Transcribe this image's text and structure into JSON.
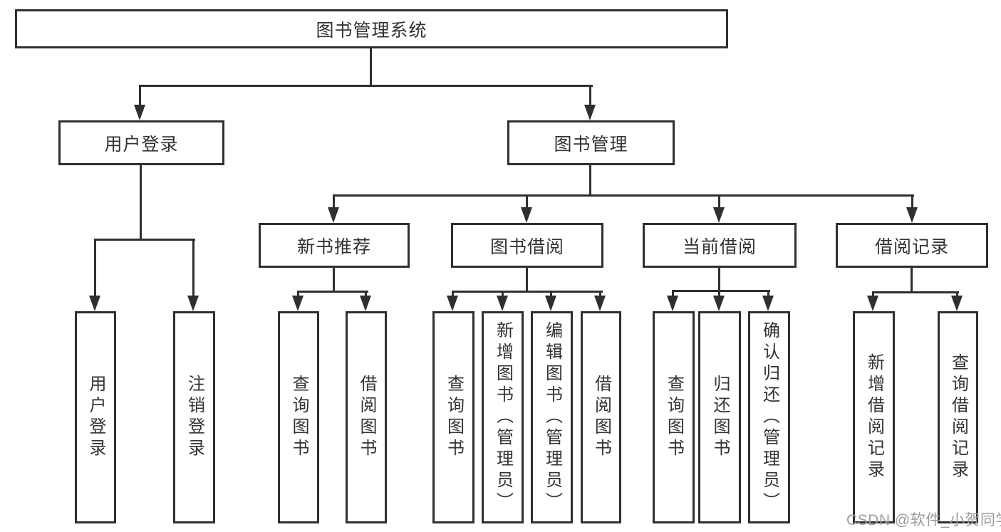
{
  "colors": {
    "background": "#ffffff",
    "line": "#2f2f2f",
    "text": "#333333",
    "watermark": "#9b9b9b"
  },
  "diagram": {
    "root": {
      "label": "图书管理系统",
      "children": [
        {
          "label": "用户登录",
          "children": [
            {
              "label": "用户登录"
            },
            {
              "label": "注销登录"
            }
          ]
        },
        {
          "label": "图书管理",
          "children": [
            {
              "label": "新书推荐",
              "children": [
                {
                  "label": "查询图书"
                },
                {
                  "label": "借阅图书"
                }
              ]
            },
            {
              "label": "图书借阅",
              "children": [
                {
                  "label": "查询图书"
                },
                {
                  "label": "新增图书（管理员）"
                },
                {
                  "label": "编辑图书（管理员）"
                },
                {
                  "label": "借阅图书"
                }
              ]
            },
            {
              "label": "当前借阅",
              "children": [
                {
                  "label": "查询图书"
                },
                {
                  "label": "归还图书"
                },
                {
                  "label": "确认归还（管理员）"
                }
              ]
            },
            {
              "label": "借阅记录",
              "children": [
                {
                  "label": "新增借阅记录"
                },
                {
                  "label": "查询借阅记录"
                }
              ]
            }
          ]
        }
      ]
    }
  },
  "watermark": {
    "text": "CSDN @软件_小贺同学"
  }
}
